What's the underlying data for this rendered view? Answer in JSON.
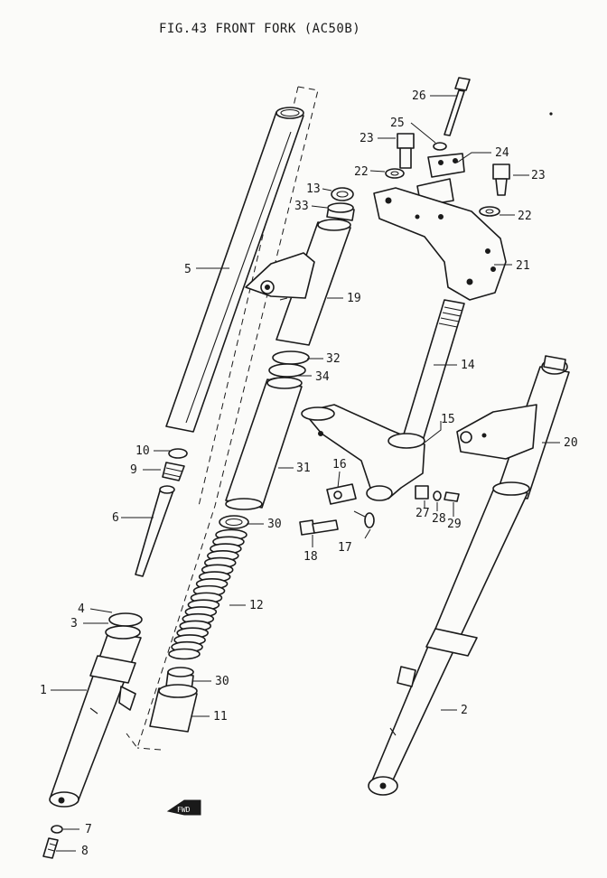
{
  "title": "FIG.43  FRONT FORK (AC50B)",
  "fwd_label": "FWD",
  "callouts": [
    {
      "id": "c1",
      "text": "1"
    },
    {
      "id": "c2",
      "text": "2"
    },
    {
      "id": "c3",
      "text": "3"
    },
    {
      "id": "c4",
      "text": "4"
    },
    {
      "id": "c5",
      "text": "5"
    },
    {
      "id": "c6",
      "text": "6"
    },
    {
      "id": "c7",
      "text": "7"
    },
    {
      "id": "c8",
      "text": "8"
    },
    {
      "id": "c9",
      "text": "9"
    },
    {
      "id": "c10",
      "text": "10"
    },
    {
      "id": "c11",
      "text": "11"
    },
    {
      "id": "c12",
      "text": "12"
    },
    {
      "id": "c13",
      "text": "13"
    },
    {
      "id": "c14",
      "text": "14"
    },
    {
      "id": "c15",
      "text": "15"
    },
    {
      "id": "c16",
      "text": "16"
    },
    {
      "id": "c17",
      "text": "17"
    },
    {
      "id": "c18",
      "text": "18"
    },
    {
      "id": "c19",
      "text": "19"
    },
    {
      "id": "c20",
      "text": "20"
    },
    {
      "id": "c21",
      "text": "21"
    },
    {
      "id": "c22a",
      "text": "22"
    },
    {
      "id": "c22b",
      "text": "22"
    },
    {
      "id": "c23a",
      "text": "23"
    },
    {
      "id": "c23b",
      "text": "23"
    },
    {
      "id": "c24",
      "text": "24"
    },
    {
      "id": "c25",
      "text": "25"
    },
    {
      "id": "c26",
      "text": "26"
    },
    {
      "id": "c27",
      "text": "27"
    },
    {
      "id": "c28",
      "text": "28"
    },
    {
      "id": "c29",
      "text": "29"
    },
    {
      "id": "c30a",
      "text": "30"
    },
    {
      "id": "c30b",
      "text": "30"
    },
    {
      "id": "c31",
      "text": "31"
    },
    {
      "id": "c32",
      "text": "32"
    },
    {
      "id": "c33",
      "text": "33"
    },
    {
      "id": "c34",
      "text": "34"
    }
  ]
}
